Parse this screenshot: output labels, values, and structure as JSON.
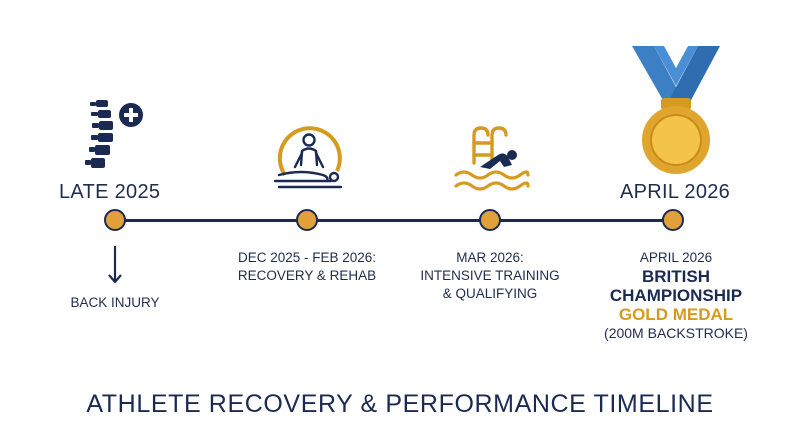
{
  "title": "ATHLETE RECOVERY & PERFORMANCE TIMELINE",
  "colors": {
    "navy": "#1b2a52",
    "gold": "#d69a1f",
    "node_fill": "#e2a03a",
    "ribbon": "#3d7fc4"
  },
  "milestones": [
    {
      "date_label": "LATE 2025",
      "icon": "spine-medical-icon",
      "description": "BACK INJURY"
    },
    {
      "icon": "massage-therapy-icon",
      "date_line": "DEC 2025 - FEB 2026:",
      "description": "RECOVERY & REHAB"
    },
    {
      "icon": "swimmer-icon",
      "date_line": "MAR 2026:",
      "description_lines": [
        "INTENSIVE TRAINING",
        "& QUALIFYING"
      ]
    },
    {
      "date_label": "APRIL 2026",
      "icon": "gold-medal-icon",
      "date_line": "APRIL 2026",
      "highlight_lines": [
        "BRITISH",
        "CHAMPIONSHIP"
      ],
      "gold_line": "GOLD MEDAL",
      "detail": "(200M BACKSTROKE)"
    }
  ]
}
